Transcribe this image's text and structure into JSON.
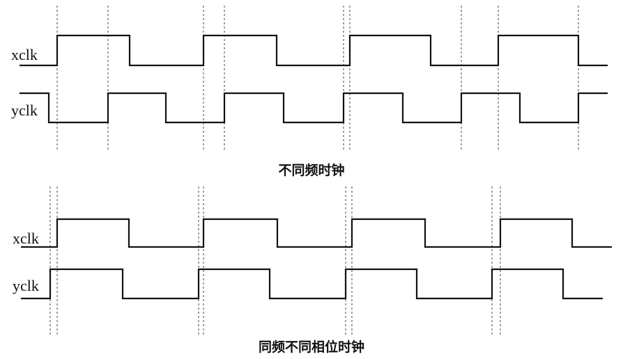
{
  "panels": [
    {
      "id": "different-frequency",
      "caption": "不同频时钟",
      "signals": [
        {
          "id": "xclk",
          "label": "xclk"
        },
        {
          "id": "yclk",
          "label": "yclk"
        }
      ]
    },
    {
      "id": "same-frequency-different-phase",
      "caption": "同频不同相位时钟",
      "signals": [
        {
          "id": "xclk",
          "label": "xclk"
        },
        {
          "id": "yclk",
          "label": "yclk"
        }
      ]
    }
  ],
  "colors": {
    "line": "#111111",
    "guide": "#444444",
    "background": "#ffffff"
  }
}
